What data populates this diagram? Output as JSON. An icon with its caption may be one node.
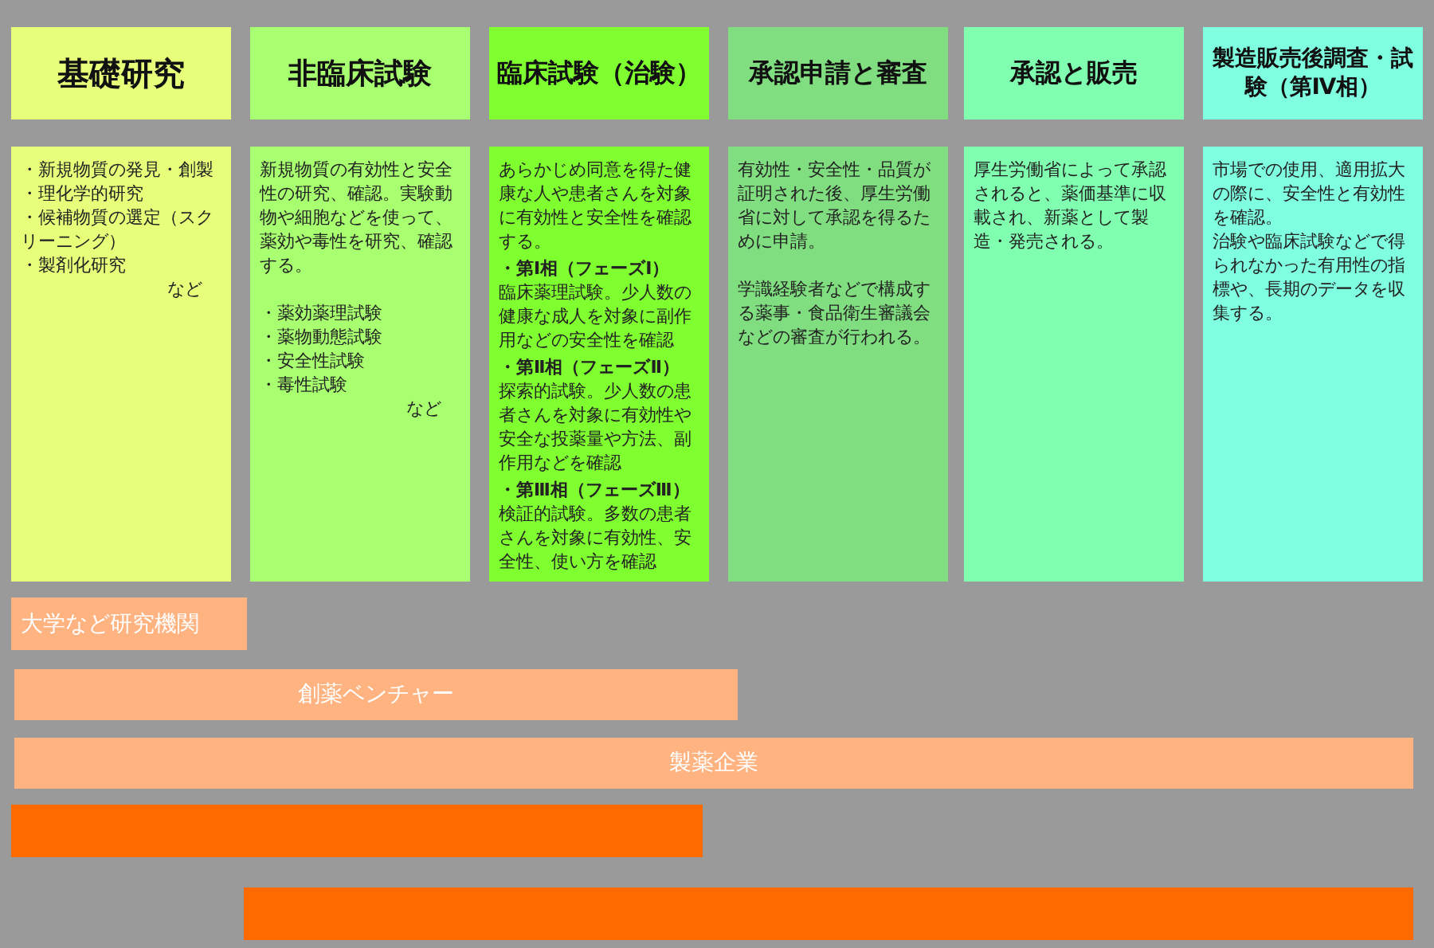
{
  "diagram": {
    "nodes": [
      {
        "text": [
          "基礎研究"
        ]
      },
      {
        "text": [
          "非臨床試験"
        ]
      },
      {
        "text": [
          "臨床試験（治験）"
        ]
      },
      {
        "text": [
          "承認申請と審査"
        ]
      },
      {
        "text": [
          "承認と販売"
        ]
      },
      {
        "text": [
          "製造販売後調査・試験（第Ⅳ相）"
        ]
      },
      {
        "text": [
          "・新規物質の発見・創製",
          "・理化学的研究",
          "・候補物質の選定（スクリーニング）",
          "・製剤化研究",
          "など"
        ]
      },
      {
        "text": [
          "新規物質の有効性と安全性の研究、確認。実験動物や細胞などを使って、薬効や毒性を研究、確認する。",
          "・薬効薬理試験",
          "・薬物動態試験",
          "・安全性試験",
          "・毒性試験",
          "など"
        ]
      },
      {
        "text": [
          "あらかじめ同意を得た健康な人や患者さんを対象に有効性と安全性を確認する。",
          "・第Ⅰ相（フェーズⅠ）",
          "臨床薬理試験。少人数の健康な成人を対象に副作用などの安全性を確認",
          "・第Ⅱ相（フェーズⅡ）",
          "探索的試験。少人数の患者さんを対象に有効性や安全な投薬量や方法、副作用などを確認",
          "・第Ⅲ相（フェーズⅢ）",
          "検証的試験。多数の患者さんを対象に有効性、安全性、使い方を確認"
        ]
      },
      {
        "text": [
          "有効性・安全性・品質が証明された後、厚生労働省に対して承認を得るために申請。",
          "学識経験者などで構成する薬事・食品衛生審議会などの審査が行われる。"
        ]
      },
      {
        "text": [
          "厚生労働省によって承認されると、薬価基準に収載され、新薬として製造・発売される。"
        ]
      },
      {
        "text": [
          "市場での使用、適用拡大の際に、安全性と有効性を確認。",
          "治験や臨床試験などで得られなかった有用性の指標や、長期のデータを収集する。"
        ]
      },
      {
        "text": [
          "大学など研究機関"
        ]
      },
      {
        "text": [
          "創薬ベンチャー"
        ]
      },
      {
        "text": [
          "製薬企業"
        ]
      },
      {
        "text": [],
        "shape": "bar"
      },
      {
        "text": [],
        "shape": "bar"
      }
    ]
  }
}
